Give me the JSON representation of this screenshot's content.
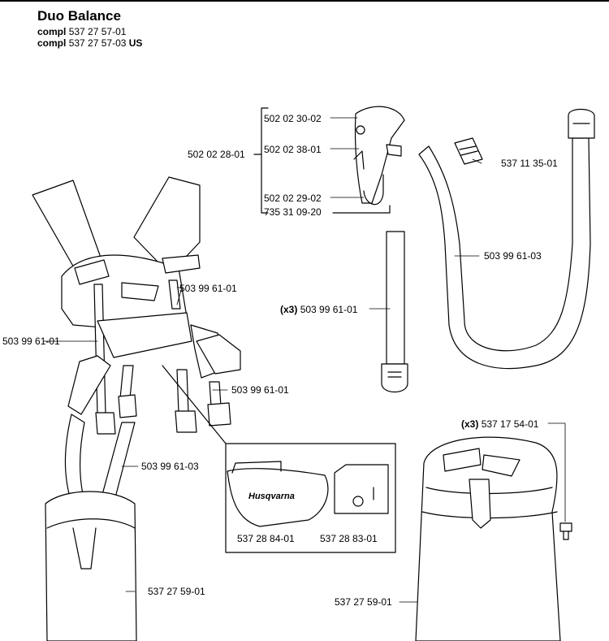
{
  "header": {
    "title": "Duo Balance",
    "compl_word": "compl",
    "compl_1": "537 27 57-01",
    "compl_2": "537 27 57-03",
    "compl_2_suffix": "US"
  },
  "parts": {
    "p_502_02_30_02": "502 02 30-02",
    "p_502_02_38_01": "502 02 38-01",
    "p_502_02_28_01": "502 02 28-01",
    "p_502_02_29_02": "502 02 29-02",
    "p_735_31_09_20": "735 31 09-20",
    "p_537_11_35_01": "537 11 35-01",
    "p_503_99_61_03_right": "503 99 61-03",
    "p_503_99_61_01_shoulder": "503 99 61-01",
    "x3": "(x3)",
    "p_503_99_61_01_strap": "503 99 61-01",
    "p_503_99_61_01_left": "503 99 61-01",
    "p_503_99_61_01_lower": "503 99 61-01",
    "p_503_99_61_03_left": "503 99 61-03",
    "p_537_28_84_01": "537 28 84-01",
    "p_537_28_83_01": "537 28 83-01",
    "p_537_17_54_01": "537 17 54-01",
    "p_537_27_59_01_left": "537 27 59-01",
    "p_537_27_59_01_right": "537 27 59-01"
  },
  "brand": "Husqvarna"
}
